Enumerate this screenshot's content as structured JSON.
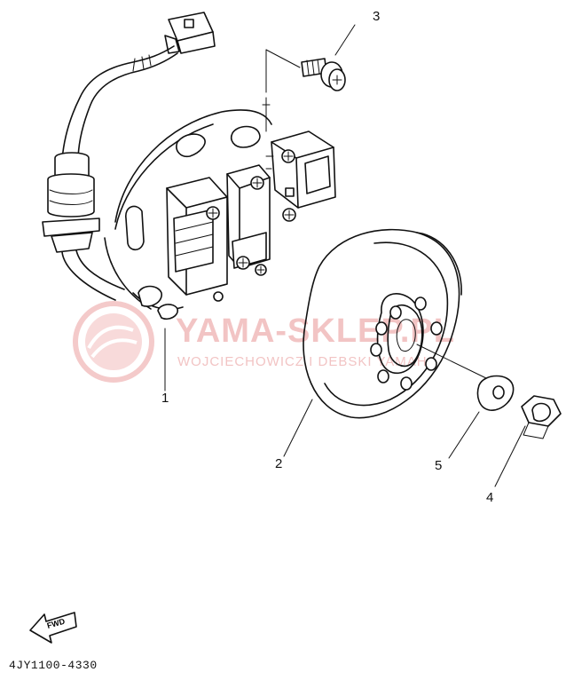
{
  "diagram": {
    "callouts": [
      {
        "id": "1",
        "label": "1"
      },
      {
        "id": "2",
        "label": "2"
      },
      {
        "id": "3",
        "label": "3"
      },
      {
        "id": "4",
        "label": "4"
      },
      {
        "id": "5",
        "label": "5"
      }
    ],
    "watermark": {
      "title": "YAMA-SKLEP.PL",
      "subtitle": "WOJCIECHOWICZ I DEBSKI YAMAHA",
      "color": "#f2c4c4"
    },
    "fwd_label": "FWD",
    "part_code": "4JY1100-4330",
    "line_color": "#111111"
  }
}
